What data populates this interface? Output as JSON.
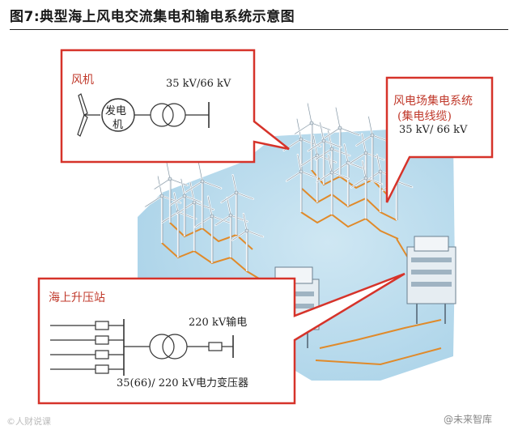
{
  "title": "图7:典型海上风电交流集电和输电系统示意图",
  "callouts": {
    "wind_turbine": {
      "heading": "风机",
      "voltage": "35 kV/66 kV",
      "generator_line1": "发电",
      "generator_line2": "机"
    },
    "collection_system": {
      "heading": "风电场集电系统",
      "subheading": "(集电线缆)",
      "voltage": "35 kV/ 66 kV"
    },
    "offshore_substation": {
      "heading": "海上升压站",
      "transmission": "220 kV输电",
      "voltage": "35(66)/ 220 kV电力变压器"
    }
  },
  "watermarks": {
    "left": "©人财说课",
    "right": "@未来智库"
  },
  "colors": {
    "callout_border": "#d6332a",
    "callout_text": "#c0392b",
    "sea": "#bcdcec",
    "cable": "#e08a2a"
  }
}
